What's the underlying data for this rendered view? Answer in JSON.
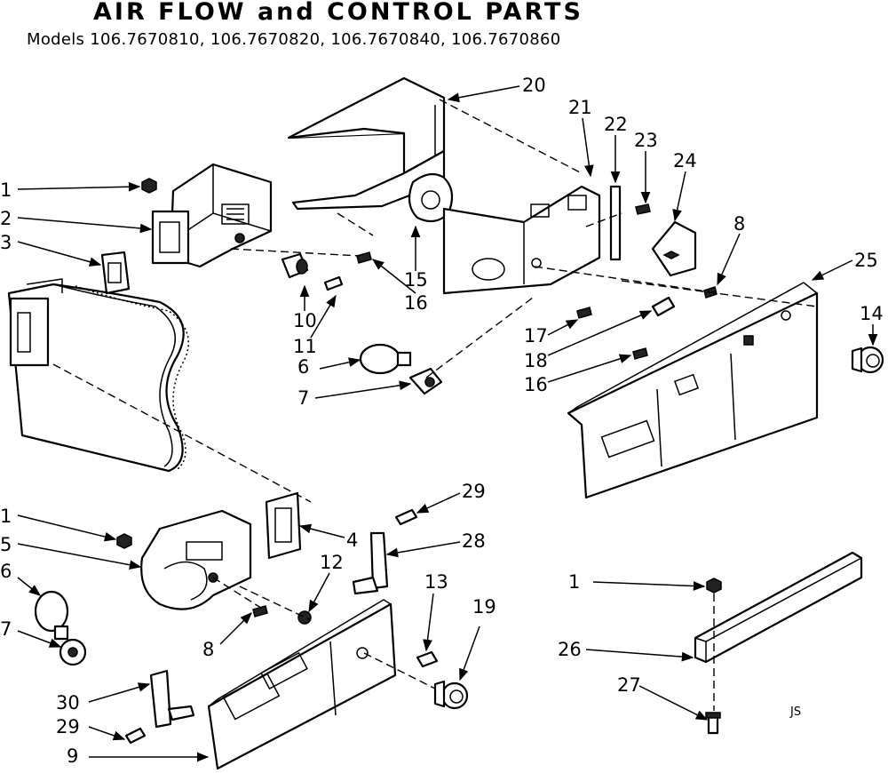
{
  "header": {
    "title": "AIR FLOW and CONTROL PARTS",
    "models": "Models 106.7670810, 106.7670820, 106.7670840, 106.7670860"
  },
  "callouts": {
    "c1a": "1",
    "c2": "2",
    "c3": "3",
    "c10": "10",
    "c11": "11",
    "c16a": "16",
    "c15": "15",
    "c6a": "6",
    "c7a": "7",
    "c20": "20",
    "c21": "21",
    "c22": "22",
    "c23": "23",
    "c24": "24",
    "c8a": "8",
    "c25": "25",
    "c14": "14",
    "c17": "17",
    "c18": "18",
    "c16b": "16",
    "c1b": "1",
    "c5": "5",
    "c6b": "6",
    "c7b": "7",
    "c4": "4",
    "c12": "12",
    "c8b": "8",
    "c29a": "29",
    "c28": "28",
    "c13": "13",
    "c19": "19",
    "c30": "30",
    "c29b": "29",
    "c9": "9",
    "c1c": "1",
    "c26": "26",
    "c27": "27"
  },
  "drawing_code": "JS"
}
